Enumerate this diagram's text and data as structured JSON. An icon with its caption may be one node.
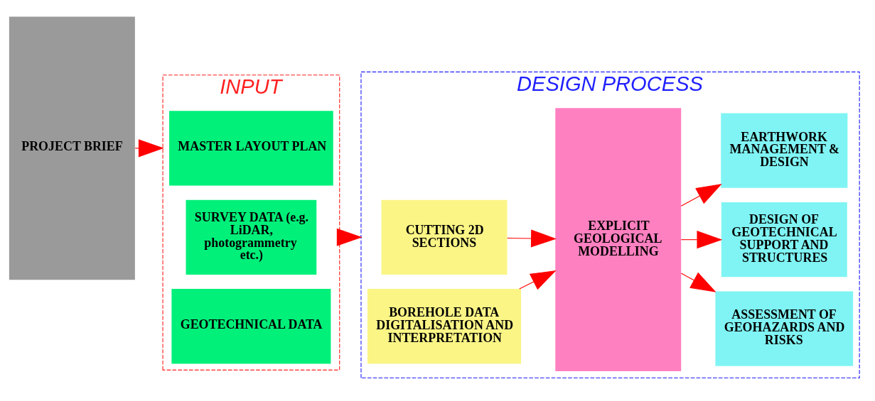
{
  "diagram": {
    "nodes": [
      {
        "text": [
          "PROJECT BRIEF"
        ]
      },
      {
        "text": [
          "INPUT"
        ]
      },
      {
        "text": [
          "MASTER LAYOUT PLAN"
        ],
        "in": 1
      },
      {
        "text": [
          "SURVEY DATA (e.g. LiDAR, photogrammetry etc.)"
        ],
        "in": 1
      },
      {
        "text": [
          "GEOTECHNICAL DATA"
        ],
        "in": 1
      },
      {
        "text": [
          "DESIGN PROCESS"
        ]
      },
      {
        "text": [
          "CUTTING 2D SECTIONS"
        ],
        "in": 5
      },
      {
        "text": [
          "BOREHOLE DATA DIGITALISATION AND INTERPRETATION"
        ],
        "in": 5
      },
      {
        "text": [
          "EXPLICIT GEOLOGICAL MODELLING"
        ],
        "in": 5
      },
      {
        "text": [
          "ASSESSMENT OF GEOHAZARDS AND RISKS"
        ],
        "in": 5
      },
      {
        "text": [
          "DESIGN OF GEOTECHNICAL SUPPORT AND STRUCTURES"
        ],
        "in": 5
      },
      {
        "text": [
          "EARTHWORK MANAGEMENT & DESIGN"
        ],
        "in": 5
      }
    ],
    "edges": [
      {
        "from": 0,
        "to": 1,
        "arrow": "to"
      },
      {
        "from": 1,
        "to": 5,
        "arrow": "to"
      },
      {
        "from": 6,
        "to": 8,
        "arrow": "to"
      },
      {
        "from": 7,
        "to": 8,
        "arrow": "to"
      },
      {
        "from": 8,
        "to": 9,
        "arrow": "to"
      },
      {
        "from": 8,
        "to": 10,
        "arrow": "to"
      },
      {
        "from": 8,
        "to": 11,
        "arrow": "to"
      }
    ]
  }
}
